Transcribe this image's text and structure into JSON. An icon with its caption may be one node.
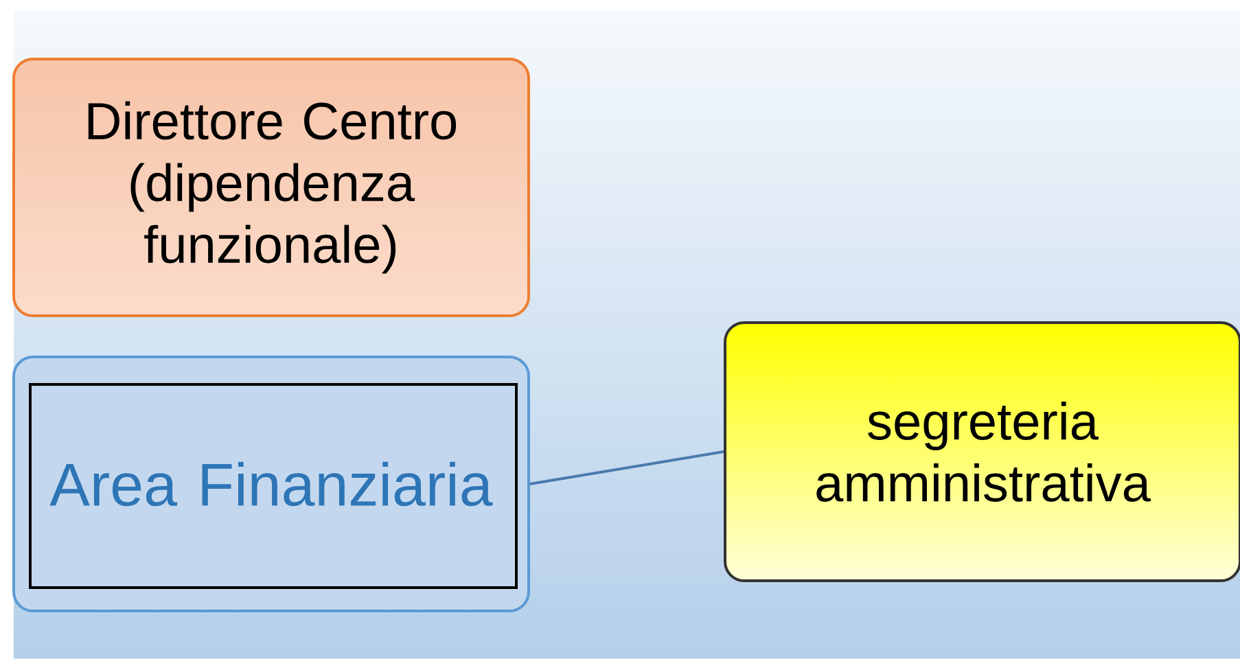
{
  "diagram": {
    "nodes": [
      {
        "text": [
          "Direttore Centro (dipendenza funzionale)"
        ]
      },
      {
        "text": [
          "Area Finanziaria"
        ]
      },
      {
        "text": [
          "segreteria amministrativa"
        ]
      }
    ],
    "edges": [
      {
        "from": 1,
        "to": 2,
        "arrow": "none"
      }
    ]
  }
}
